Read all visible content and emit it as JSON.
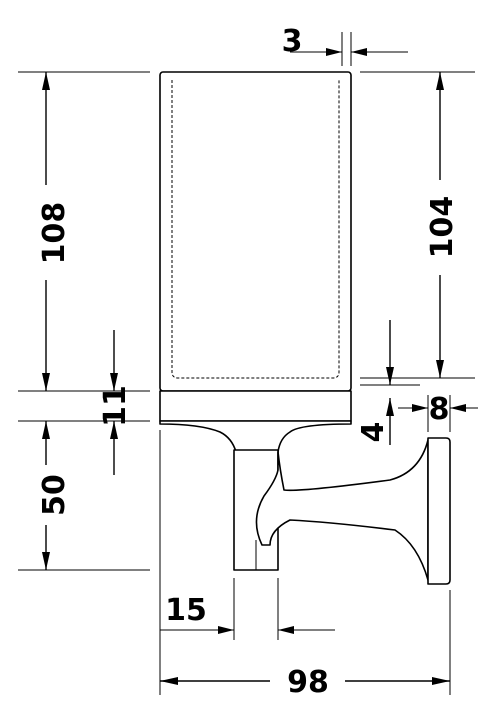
{
  "dimensions": {
    "wall_thickness": "3",
    "total_height": "108",
    "inner_height": "104",
    "rim_height": "11",
    "arm_offset": "4",
    "flange_thickness": "8",
    "bracket_height": "50",
    "arm_width": "15",
    "total_depth": "98"
  }
}
